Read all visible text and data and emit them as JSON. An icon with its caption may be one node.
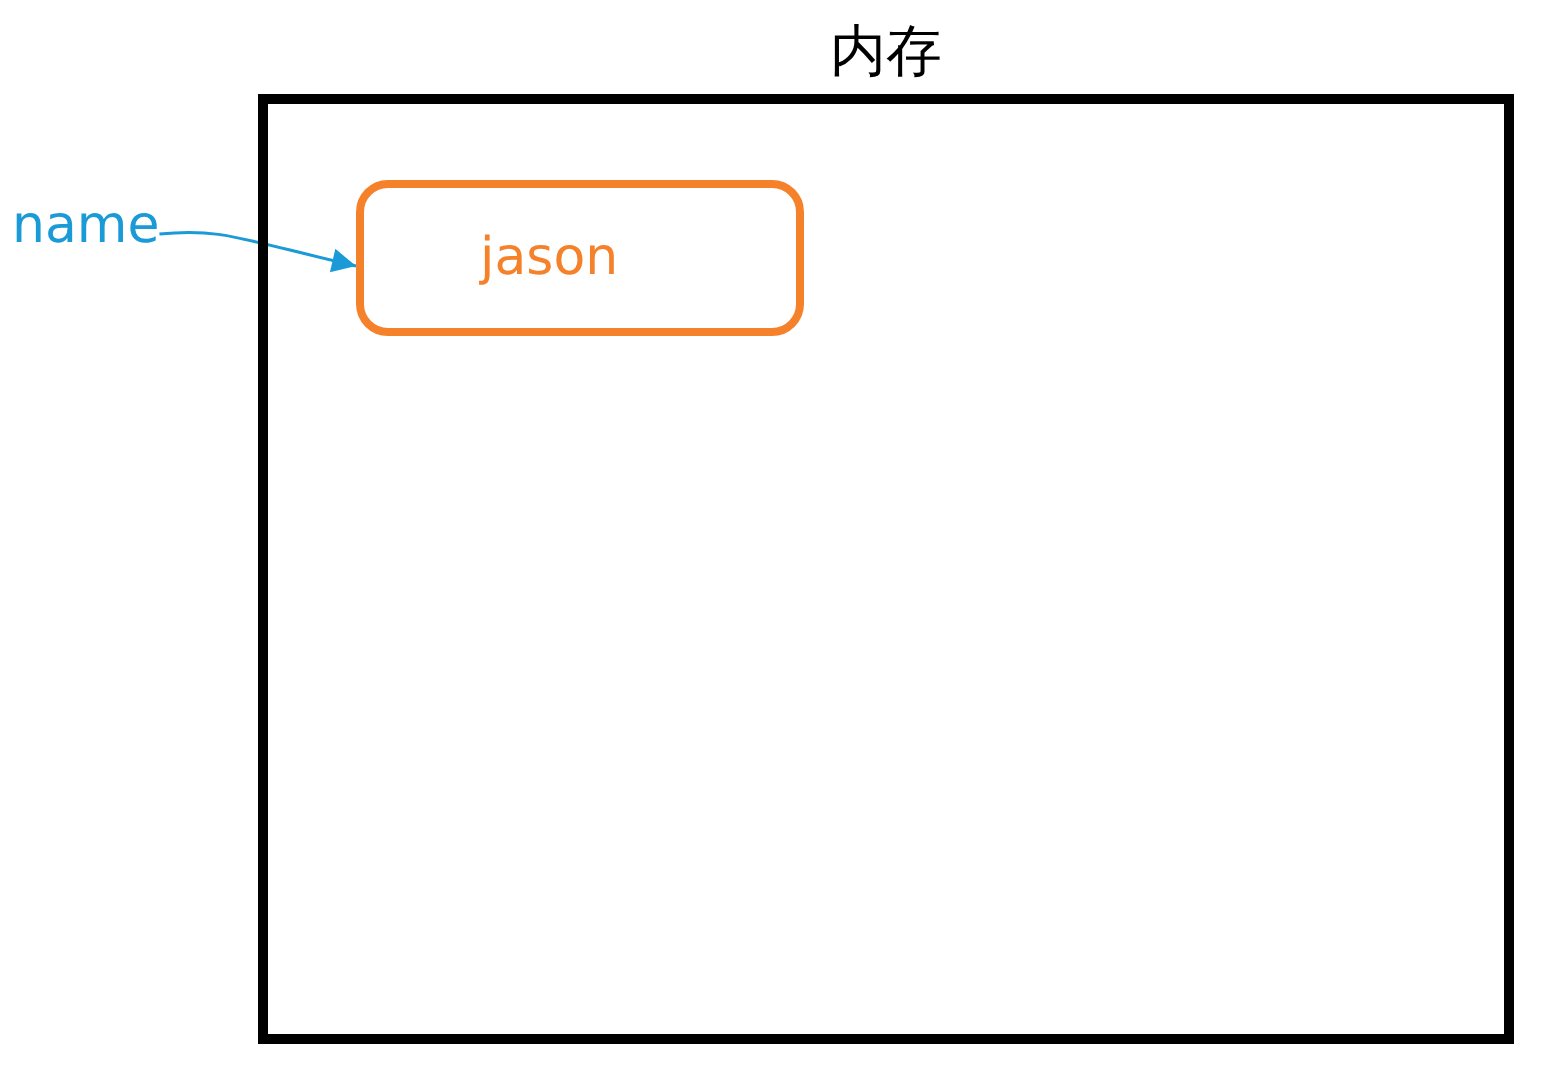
{
  "diagram": {
    "nodes": [
      {
        "text": [
          "内存"
        ]
      },
      {
        "text": [
          "jason"
        ],
        "in": 0
      },
      {
        "text": [
          "name"
        ]
      }
    ],
    "edges": [
      {
        "from": 2,
        "to": 1,
        "arrow": "to"
      }
    ]
  }
}
